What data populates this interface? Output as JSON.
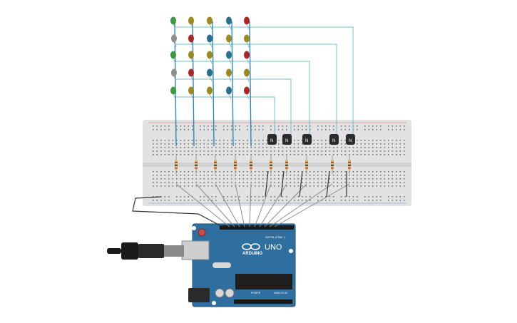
{
  "scene": {
    "description_free": true
  },
  "colors": {
    "breadboard": "#e2e2e2",
    "breadboard_rail_red": "#d46a6a",
    "breadboard_rail_blue": "#6a8ad4",
    "arduino_board": "#2f6f9f",
    "arduino_edge": "#1f4f74",
    "wire_signal": "#6fc3cf",
    "wire_gnd": "#555555",
    "wire_grey": "#8a8a8a",
    "led_green": "#3d9a3d",
    "led_olive": "#9a8a20",
    "led_blue": "#2a6f92",
    "led_red": "#a82828",
    "led_grey": "#8e8e8e",
    "transistor": "#2b2b2b",
    "resistor": "#d8b47a",
    "cable": "#1a1a1a"
  },
  "led_matrix": {
    "rows": [
      [
        "led_green",
        "led_olive",
        "led_olive",
        "led_blue",
        "led_red"
      ],
      [
        "led_grey",
        "led_red",
        "led_blue",
        "led_olive",
        "led_olive"
      ],
      [
        "led_green",
        "led_olive",
        "led_olive",
        "led_blue",
        "led_red"
      ],
      [
        "led_grey",
        "led_red",
        "led_blue",
        "led_olive",
        "led_olive"
      ],
      [
        "led_green",
        "led_olive",
        "led_olive",
        "led_blue",
        "led_red"
      ]
    ]
  },
  "transistors": {
    "count": 5,
    "label": "N"
  },
  "resistors": {
    "count": 10
  },
  "arduino": {
    "brand_text": "ARDUINO",
    "model_text": "UNO",
    "digital_label": "DIGITAL (PWM ~)",
    "power_label": "POWER",
    "analog_label": "ANALOG IN"
  },
  "icons": {
    "usb_plug": "usb-plug-icon",
    "infinity_logo": "arduino-logo-icon",
    "reset_button": "reset-button-icon"
  }
}
